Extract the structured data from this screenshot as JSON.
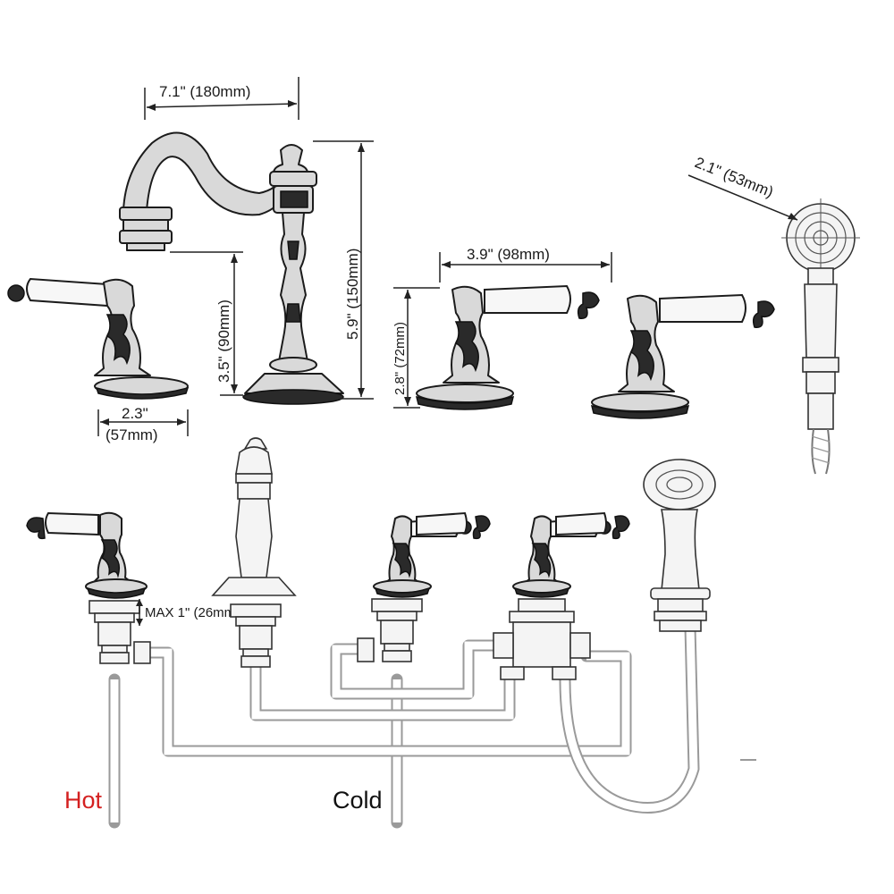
{
  "dimensions": {
    "spout_reach": "7.1\" (180mm)",
    "spout_height": "5.9\" (150mm)",
    "spout_clearance": "3.5\" (90mm)",
    "handle_base": "2.3\"",
    "handle_base_mm": "(57mm)",
    "handle_height": "2.8\" (72mm)",
    "handle_spacing": "3.9\" (98mm)",
    "sprayer_head": "2.1\" (53mm)",
    "deck_max": "MAX 1\" (26mm)"
  },
  "labels": {
    "hot": "Hot",
    "cold": "Cold"
  },
  "colors": {
    "hot": "#d42020",
    "cold": "#111111"
  }
}
